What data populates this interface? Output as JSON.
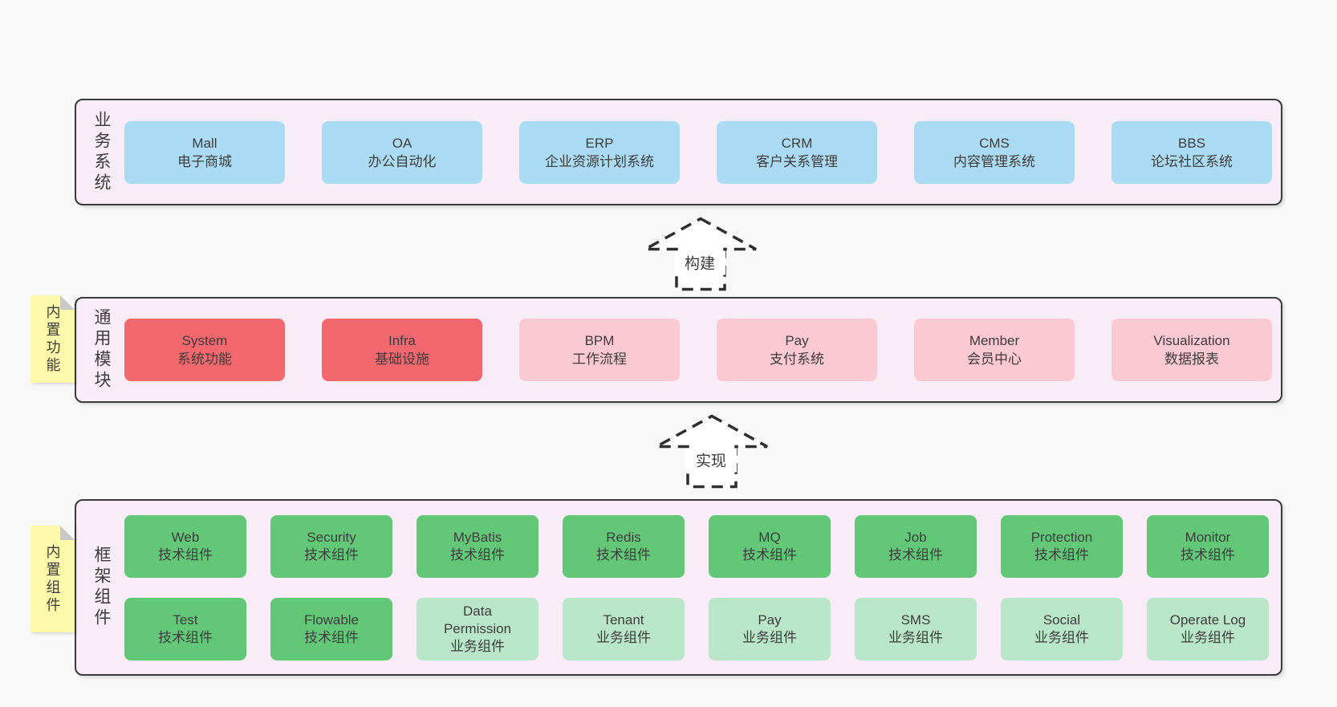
{
  "colors": {
    "page_bg": "#f8f8f8",
    "layer_bg": "#f8edf6",
    "layer_border": "#3a3a3a",
    "blue": "#abdbf2",
    "red": "#f2686e",
    "pink": "#fbc9d3",
    "green": "#62c878",
    "light_green": "#b9e6c8",
    "sticky_yellow": "#fcfaaa",
    "text": "#3d3d3d"
  },
  "layers": {
    "business": {
      "label": "业务系统",
      "boxes": [
        {
          "title": "Mall",
          "subtitle": "电子商城",
          "variant": "blue"
        },
        {
          "title": "OA",
          "subtitle": "办公自动化",
          "variant": "blue"
        },
        {
          "title": "ERP",
          "subtitle": "企业资源计划系统",
          "variant": "blue"
        },
        {
          "title": "CRM",
          "subtitle": "客户关系管理",
          "variant": "blue"
        },
        {
          "title": "CMS",
          "subtitle": "内容管理系统",
          "variant": "blue"
        },
        {
          "title": "BBS",
          "subtitle": "论坛社区系统",
          "variant": "blue"
        }
      ]
    },
    "modules": {
      "label": "通用模块",
      "sticky": "内置功能",
      "boxes": [
        {
          "title": "System",
          "subtitle": "系统功能",
          "variant": "red"
        },
        {
          "title": "Infra",
          "subtitle": "基础设施",
          "variant": "red"
        },
        {
          "title": "BPM",
          "subtitle": "工作流程",
          "variant": "pink"
        },
        {
          "title": "Pay",
          "subtitle": "支付系统",
          "variant": "pink"
        },
        {
          "title": "Member",
          "subtitle": "会员中心",
          "variant": "pink"
        },
        {
          "title": "Visualization",
          "subtitle": "数据报表",
          "variant": "pink"
        }
      ]
    },
    "components": {
      "label": "框架组件",
      "sticky": "内置组件",
      "row1": [
        {
          "title": "Web",
          "subtitle": "技术组件",
          "variant": "green"
        },
        {
          "title": "Security",
          "subtitle": "技术组件",
          "variant": "green"
        },
        {
          "title": "MyBatis",
          "subtitle": "技术组件",
          "variant": "green"
        },
        {
          "title": "Redis",
          "subtitle": "技术组件",
          "variant": "green"
        },
        {
          "title": "MQ",
          "subtitle": "技术组件",
          "variant": "green"
        },
        {
          "title": "Job",
          "subtitle": "技术组件",
          "variant": "green"
        },
        {
          "title": "Protection",
          "subtitle": "技术组件",
          "variant": "green"
        },
        {
          "title": "Monitor",
          "subtitle": "技术组件",
          "variant": "green"
        }
      ],
      "row2": [
        {
          "title": "Test",
          "subtitle": "技术组件",
          "variant": "green"
        },
        {
          "title": "Flowable",
          "subtitle": "技术组件",
          "variant": "green"
        },
        {
          "title": "Data Permission",
          "subtitle": "业务组件",
          "variant": "lightgreen"
        },
        {
          "title": "Tenant",
          "subtitle": "业务组件",
          "variant": "lightgreen"
        },
        {
          "title": "Pay",
          "subtitle": "业务组件",
          "variant": "lightgreen"
        },
        {
          "title": "SMS",
          "subtitle": "业务组件",
          "variant": "lightgreen"
        },
        {
          "title": "Social",
          "subtitle": "业务组件",
          "variant": "lightgreen"
        },
        {
          "title": "Operate Log",
          "subtitle": "业务组件",
          "variant": "lightgreen"
        }
      ]
    }
  },
  "arrows": {
    "build": "构建",
    "implement": "实现"
  }
}
